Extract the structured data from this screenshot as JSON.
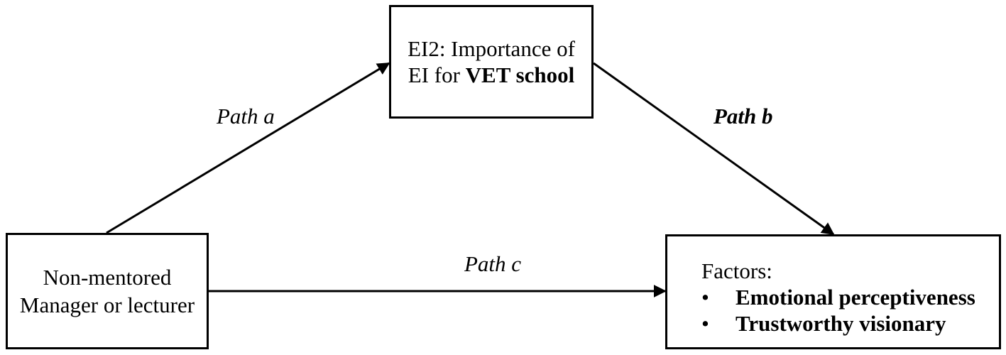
{
  "mediator": {
    "line1": "EI2: Importance of",
    "line2_prefix": "EI for ",
    "line2_bold": "VET school"
  },
  "predictor": {
    "line1": "Non-mentored",
    "line2": "Manager or lecturer"
  },
  "outcome": {
    "heading": "Factors:",
    "bullet_symbol": "•",
    "items": [
      "Emotional perceptiveness",
      "Trustworthy visionary"
    ]
  },
  "paths": {
    "a": "Path a",
    "b": "Path b",
    "c": "Path c"
  },
  "colors": {
    "stroke": "#000000",
    "background": "#ffffff"
  }
}
